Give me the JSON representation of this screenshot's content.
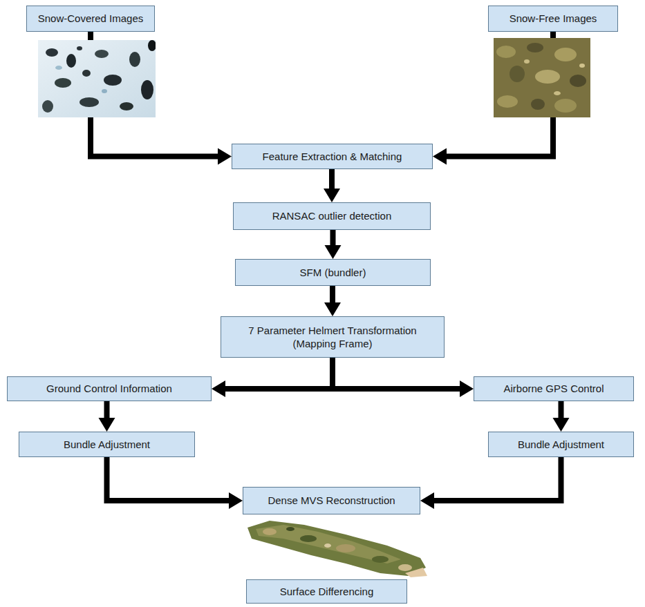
{
  "diagram": {
    "nodes": [
      {
        "text": [
          "Snow-Covered Images"
        ]
      },
      {
        "text": [
          "Snow-Free Images"
        ]
      },
      {
        "text": [
          "Feature Extraction & Matching"
        ]
      },
      {
        "text": [
          "RANSAC outlier detection"
        ]
      },
      {
        "text": [
          "SFM (bundler)"
        ]
      },
      {
        "text": [
          "7 Parameter Helmert Transformation (Mapping Frame)"
        ]
      },
      {
        "text": [
          "Ground Control Information"
        ]
      },
      {
        "text": [
          "Airborne GPS Control"
        ]
      },
      {
        "text": [
          "Bundle Adjustment"
        ]
      },
      {
        "text": [
          "Bundle Adjustment"
        ]
      },
      {
        "text": [
          "Dense MVS Reconstruction"
        ]
      },
      {
        "text": [
          "Surface Differencing"
        ]
      }
    ],
    "edges": [
      {
        "from": 0,
        "to": 2,
        "arrow": "to"
      },
      {
        "from": 1,
        "to": 2,
        "arrow": "to"
      },
      {
        "from": 2,
        "to": 3,
        "arrow": "to"
      },
      {
        "from": 3,
        "to": 4,
        "arrow": "to"
      },
      {
        "from": 4,
        "to": 5,
        "arrow": "to"
      },
      {
        "from": 5,
        "to": 6,
        "arrow": "to"
      },
      {
        "from": 5,
        "to": 7,
        "arrow": "to"
      },
      {
        "from": 6,
        "to": 8,
        "arrow": "to"
      },
      {
        "from": 7,
        "to": 9,
        "arrow": "to"
      },
      {
        "from": 8,
        "to": 10,
        "arrow": "to"
      },
      {
        "from": 9,
        "to": 10,
        "arrow": "to"
      }
    ]
  }
}
